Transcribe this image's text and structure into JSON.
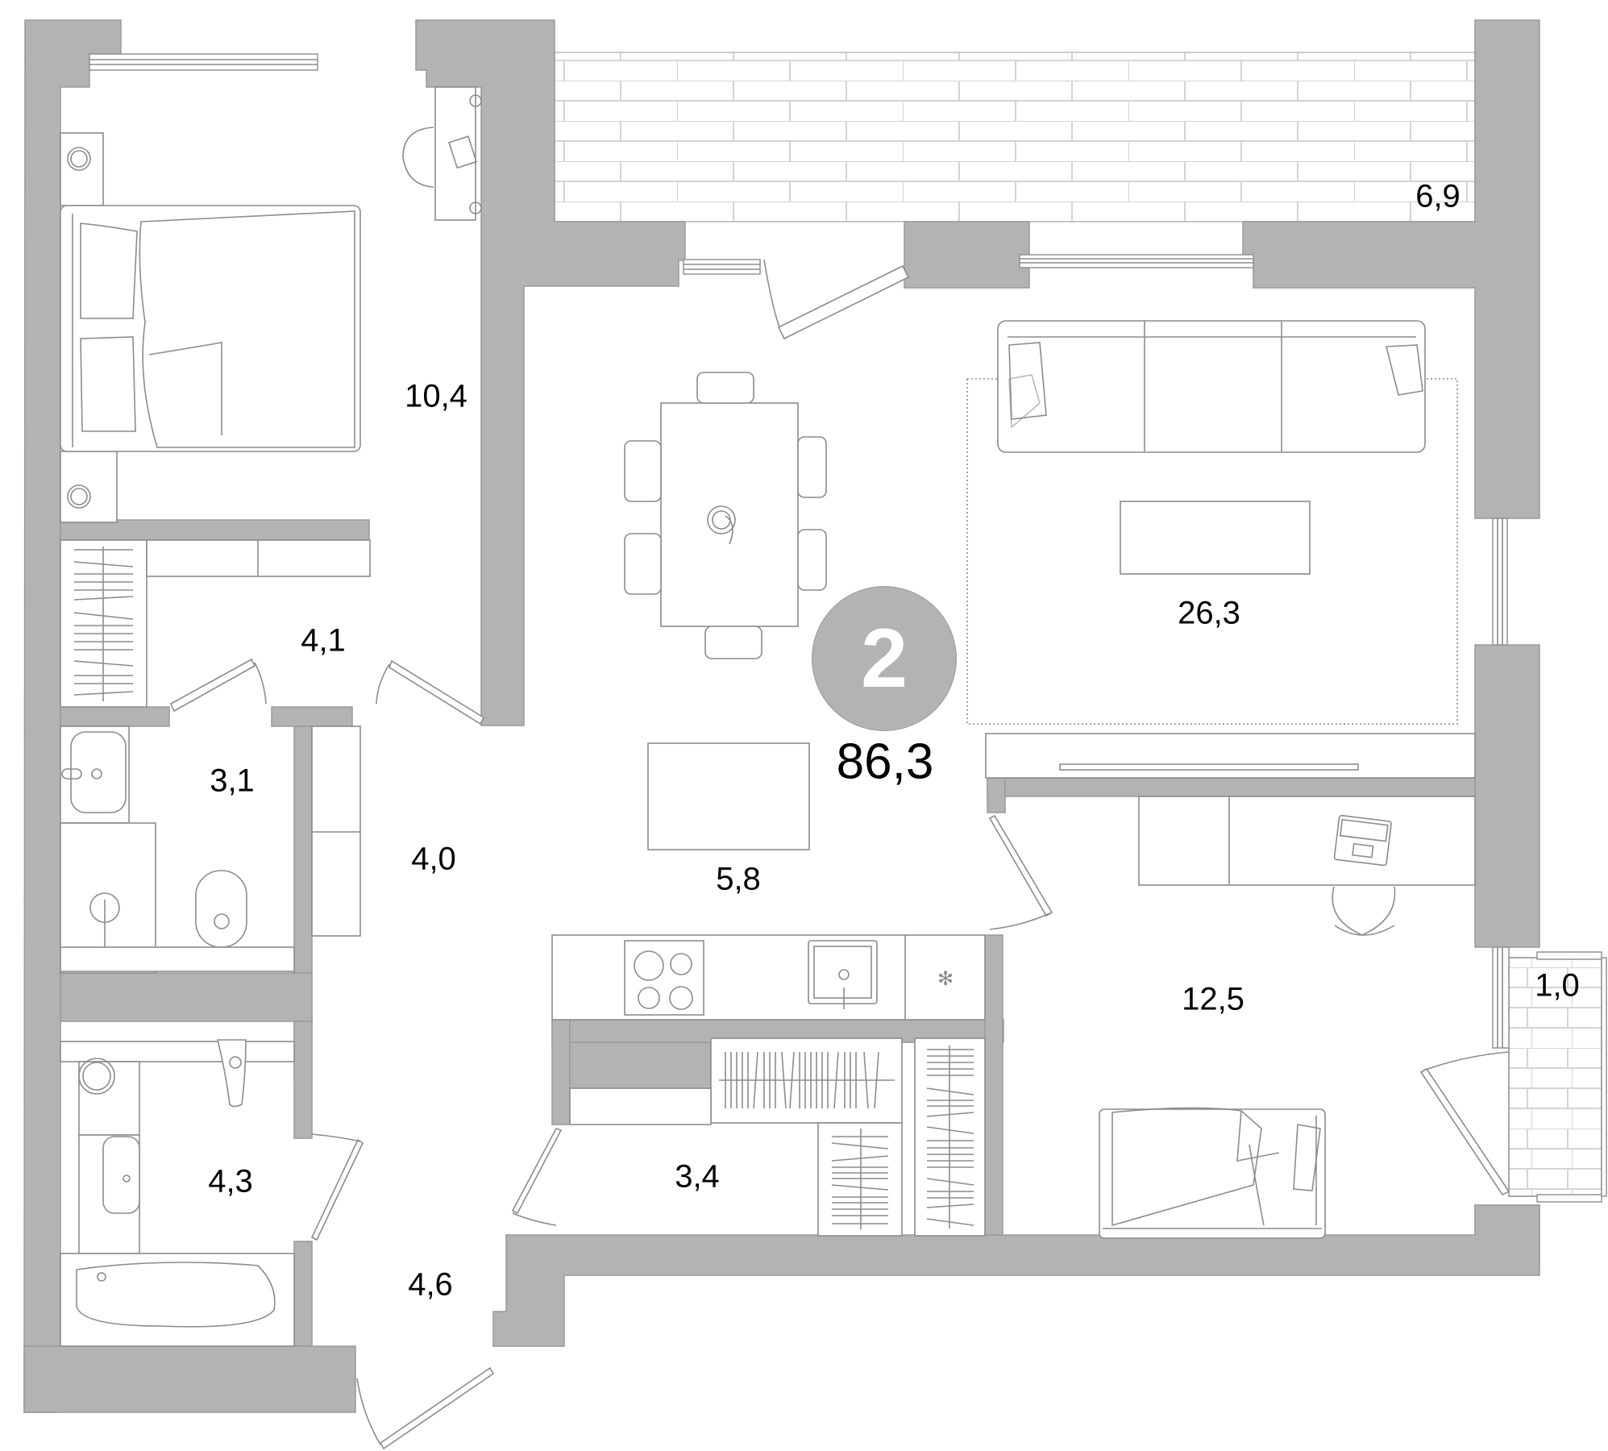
{
  "plan": {
    "rooms_count": "2",
    "total_area": "86,3",
    "colors": {
      "wall": "#b3b3b3",
      "line": "#8c8c8c",
      "tile": "#d4d4d4",
      "text": "#000000",
      "badge_text": "#ffffff"
    }
  },
  "rooms": [
    {
      "id": "bedroom-master",
      "area": "10,4"
    },
    {
      "id": "wardrobe-hall",
      "area": "4,1"
    },
    {
      "id": "wc",
      "area": "3,1"
    },
    {
      "id": "corridor",
      "area": "4,0"
    },
    {
      "id": "bathroom",
      "area": "4,3"
    },
    {
      "id": "entrance-hall",
      "area": "4,6"
    },
    {
      "id": "kitchen-dining",
      "area": "5,8"
    },
    {
      "id": "living-room",
      "area": "26,3"
    },
    {
      "id": "storage",
      "area": "3,4"
    },
    {
      "id": "bedroom-second",
      "area": "12,5"
    },
    {
      "id": "balcony-main",
      "area": "6,9"
    },
    {
      "id": "balcony-small",
      "area": "1,0"
    }
  ]
}
